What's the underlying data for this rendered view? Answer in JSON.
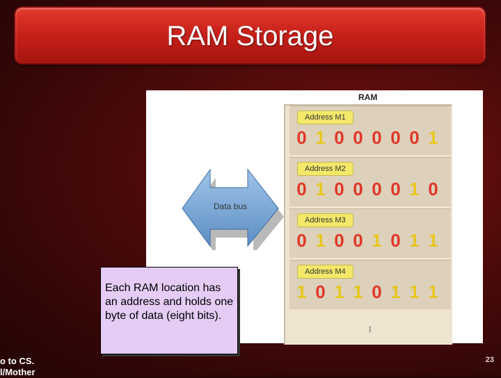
{
  "slide": {
    "title": "RAM Storage",
    "page_number": "23",
    "footer_lines": [
      "o to CS.",
      "l/Mother"
    ]
  },
  "figure": {
    "ram_label": "RAM",
    "data_bus_label": "Data bus",
    "slots": [
      {
        "address": "Address M1",
        "bits": [
          "0",
          "1",
          "0",
          "0",
          "0",
          "0",
          "0",
          "1"
        ]
      },
      {
        "address": "Address M2",
        "bits": [
          "0",
          "1",
          "0",
          "0",
          "0",
          "0",
          "1",
          "0"
        ]
      },
      {
        "address": "Address M3",
        "bits": [
          "0",
          "1",
          "0",
          "0",
          "1",
          "0",
          "1",
          "1"
        ]
      },
      {
        "address": "Address M4",
        "bits": [
          "1",
          "0",
          "1",
          "1",
          "0",
          "1",
          "1",
          "1"
        ]
      }
    ],
    "ellipsis": "....."
  },
  "callout": {
    "text": "Each RAM location has an address and holds one byte of data (eight bits)."
  },
  "colors": {
    "title_red": "#c7201a",
    "bit_zero": "#e03828",
    "bit_one": "#e8c61e",
    "callout_bg": "#e4ccf4"
  }
}
